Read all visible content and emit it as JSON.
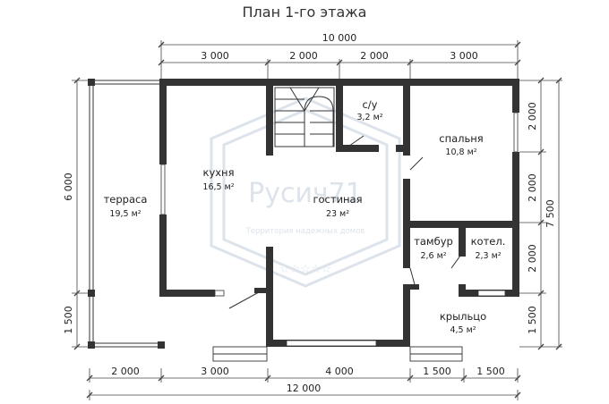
{
  "title": "План 1-го этажа",
  "top_dims": {
    "total": "10 000",
    "segments": [
      "3 000",
      "2 000",
      "2 000",
      "3 000"
    ]
  },
  "bottom_dims": {
    "total": "12 000",
    "segments": [
      "2 000",
      "3 000",
      "4 000",
      "1 500",
      "1 500"
    ]
  },
  "left_dims": [
    "6 000",
    "1 500"
  ],
  "right_dims": {
    "total": "7 500",
    "segments": [
      "2 000",
      "2 000",
      "2 000",
      "1 500"
    ]
  },
  "rooms": {
    "terrace": {
      "name": "терраса",
      "area": "19,5 м²"
    },
    "kitchen": {
      "name": "кухня",
      "area": "16,5 м²"
    },
    "wc": {
      "name": "с/у",
      "area": "3,2 м²"
    },
    "bedroom": {
      "name": "спальня",
      "area": "10,8 м²"
    },
    "living": {
      "name": "гостиная",
      "area": "23 м²"
    },
    "vestibule": {
      "name": "тамбур",
      "area": "2,6 м²"
    },
    "boiler": {
      "name": "котел.",
      "area": "2,3 м²"
    },
    "porch": {
      "name": "крыльцо",
      "area": "4,5 м²"
    }
  },
  "watermark": {
    "brand": "Русич71",
    "tagline": "Территория надежных домов"
  }
}
